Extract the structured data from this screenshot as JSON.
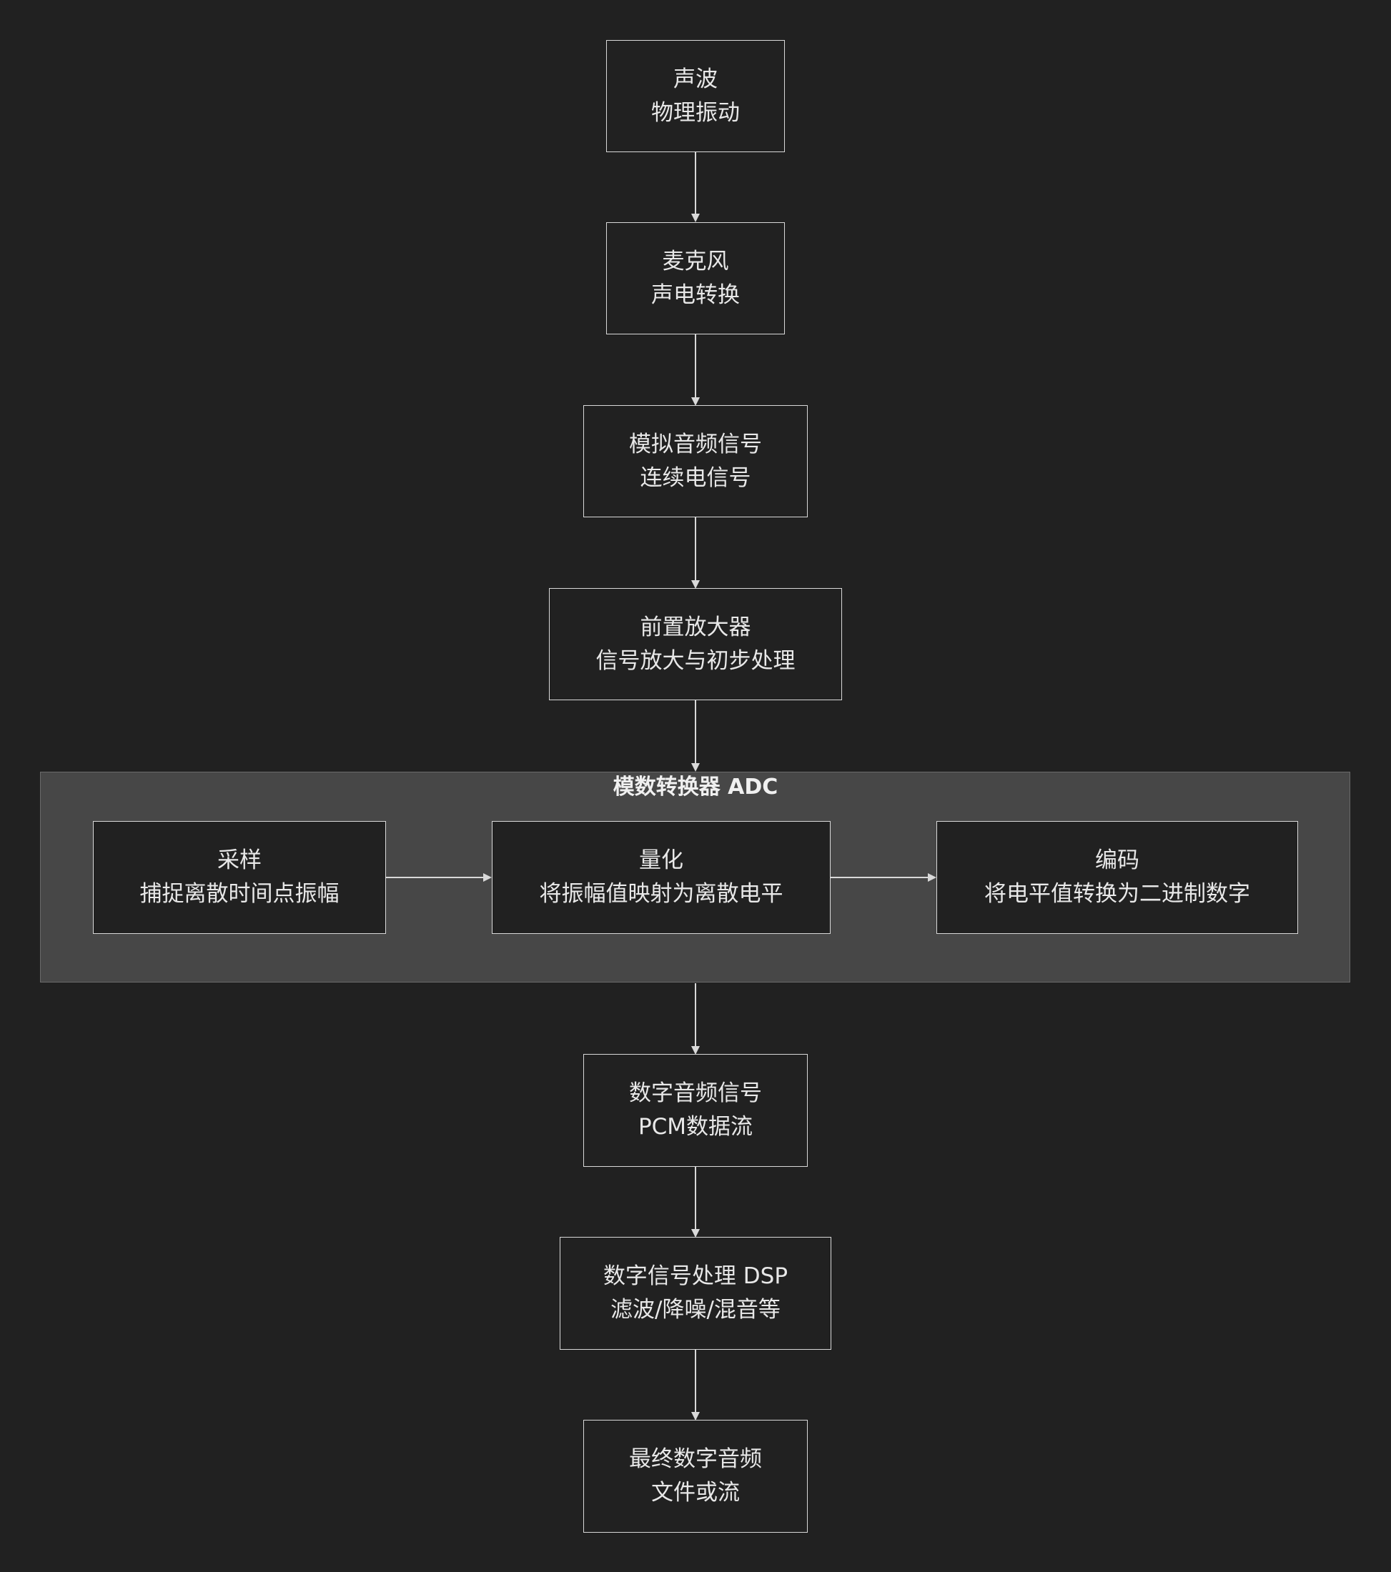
{
  "diagram": {
    "nodes": {
      "sound_wave": {
        "line1": "声波",
        "line2": "物理振动"
      },
      "microphone": {
        "line1": "麦克风",
        "line2": "声电转换"
      },
      "analog_signal": {
        "line1": "模拟音频信号",
        "line2": "连续电信号"
      },
      "preamp": {
        "line1": "前置放大器",
        "line2": "信号放大与初步处理"
      },
      "sampling": {
        "line1": "采样",
        "line2": "捕捉离散时间点振幅"
      },
      "quantization": {
        "line1": "量化",
        "line2": "将振幅值映射为离散电平"
      },
      "encoding": {
        "line1": "编码",
        "line2": "将电平值转换为二进制数字"
      },
      "digital_signal": {
        "line1": "数字音频信号",
        "line2": "PCM数据流"
      },
      "dsp": {
        "line1": "数字信号处理 DSP",
        "line2": "滤波/降噪/混音等"
      },
      "final_output": {
        "line1": "最终数字音频",
        "line2": "文件或流"
      }
    },
    "cluster": {
      "title": "模数转换器 ADC"
    },
    "colors": {
      "background": "#212121",
      "cluster_fill": "#474747",
      "node_border": "#d9d9d9",
      "edge": "#d9d9d9",
      "text": "#e8e8e8"
    }
  }
}
